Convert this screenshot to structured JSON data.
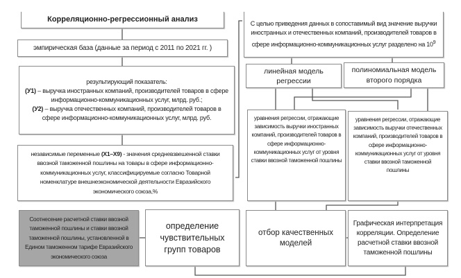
{
  "title": "Корреляционно-регрессионный анализ",
  "empirical_base": "эмпирическая база (данные  за период с 2011 по 2021 гг. )",
  "result_indicator": {
    "heading": "результирующий  показатель:",
    "y1_label": "(У1)",
    "y1_text": " – выручка иностранных компаний, производителей товаров в сфере информационно-коммуникационных услуг, млрд. руб.;",
    "y2_label": "(У2)",
    "y2_text": " – выручка отечественных компаний, производителей товаров в сфере информационно-коммуникационных услуг, млрд. руб."
  },
  "independent": {
    "prefix": "независимые переменные ",
    "label": "(Х1–Х9)",
    "text": " - значения средневзвешенной ставки ввозной таможенной пошлины на товары в сфере информационно-коммуникационных услуг, классифицируемые согласно Товарной номенклатуре внешнеэкономической деятельности Евразийского экономического союза,%"
  },
  "normalization": {
    "text": "С целью приведения данных в сопоставимый вид значение выручки иностранных и отечественных компаний, производителей товаров в сфере информационно-коммуникационных услуг  разделено на 10",
    "exponent": "9"
  },
  "linear_model": "линейная  модель регрессии",
  "poly_model": "полиномиальная  модель второго порядка",
  "eq_foreign": "уравнения регрессии, отражающие зависимость выручки иностранных компаний, производителей товаров в сфере информационно-коммуникационных услуг от уровня ставки ввозной таможенной пошлины",
  "eq_domestic": "уравнения регрессии, отражающие зависимость выручки отечественных компаний, производителей товаров в сфере информационно-коммуникационных услуг от уровня ставки ввозной таможенной пошлины",
  "comparison": "Соотнесение  расчетной ставки ввозной таможенной  пошлины и ставки ввозной таможенной  пошлины,  установленной в Едином таможенном  тарифе Евразийского экономического союза",
  "sensitive_groups": "определение чувствительных групп товаров",
  "quality_selection": "отбор качественных моделей",
  "graphic": "Графическая интерпретация корреляции. Определение расчетной ставки ввозной таможенной пошлины",
  "colors": {
    "gray_box": "#a6a6a6",
    "border": "#8a8a8a",
    "line": "#555555"
  }
}
